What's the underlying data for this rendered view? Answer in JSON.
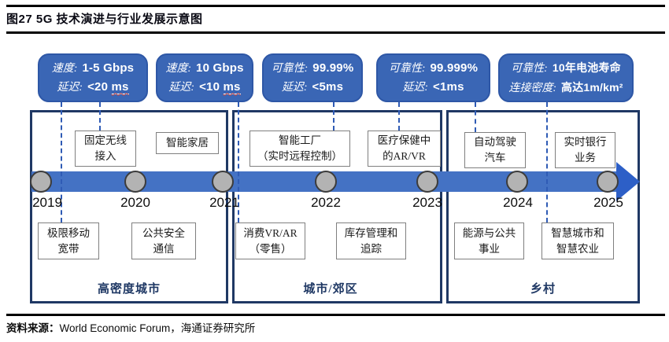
{
  "title": "图27 5G 技术演进与行业发展示意图",
  "callouts": [
    {
      "l1": "速度:",
      "v1": "1-5 Gbps",
      "l2": "延迟:",
      "v2": "<20 ",
      "v2u": "ms"
    },
    {
      "l1": "速度:",
      "v1": "10 Gbps",
      "l2": "延迟:",
      "v2": "<10 ",
      "v2u": "ms"
    },
    {
      "l1": "可靠性:",
      "v1": "99.99%",
      "l2": "延迟:",
      "v2": "<5ms",
      "v2u": ""
    },
    {
      "l1": "可靠性:",
      "v1": "99.999%",
      "l2": "延迟:",
      "v2": "<1ms",
      "v2u": ""
    },
    {
      "l1": "可靠性:",
      "v1": "10年电池寿命",
      "l2": "连接密度:",
      "v2": "高达1m/km²",
      "v2u": ""
    }
  ],
  "timeline": {
    "years": [
      "2019",
      "2020",
      "2021",
      "2022",
      "2023",
      "2024",
      "2025"
    ]
  },
  "apps_top": [
    {
      "line1": "固定无线",
      "line2": "接入"
    },
    {
      "line1": "智能家居",
      "line2": ""
    },
    {
      "line1": "智能工厂",
      "line2": "（实时远程控制）"
    },
    {
      "line1": "医疗保健中",
      "line2": "的AR/VR"
    },
    {
      "line1": "自动驾驶",
      "line2": "汽车"
    },
    {
      "line1": "实时银行",
      "line2": "业务"
    }
  ],
  "apps_bottom": [
    {
      "line1": "极限移动",
      "line2": "宽带"
    },
    {
      "line1": "公共安全",
      "line2": "通信"
    },
    {
      "line1": "消费VR/AR",
      "line2": "（零售）"
    },
    {
      "line1": "库存管理和",
      "line2": "追踪"
    },
    {
      "line1": "能源与公共",
      "line2": "事业"
    },
    {
      "line1": "智慧城市和",
      "line2": "智慧农业"
    }
  ],
  "regions": [
    {
      "label": "高密度城市"
    },
    {
      "label": "城市/郊区"
    },
    {
      "label": "乡村"
    }
  ],
  "source": {
    "label": "资料来源：",
    "text": "World Economic Forum，海通证券研究所"
  },
  "colors": {
    "callout_blue": "#3a66b5",
    "band_blue": "#4472c4",
    "arrow_blue": "#2d5fc7",
    "region_navy": "#1f3864",
    "circle_gray": "#b3b3b3"
  }
}
